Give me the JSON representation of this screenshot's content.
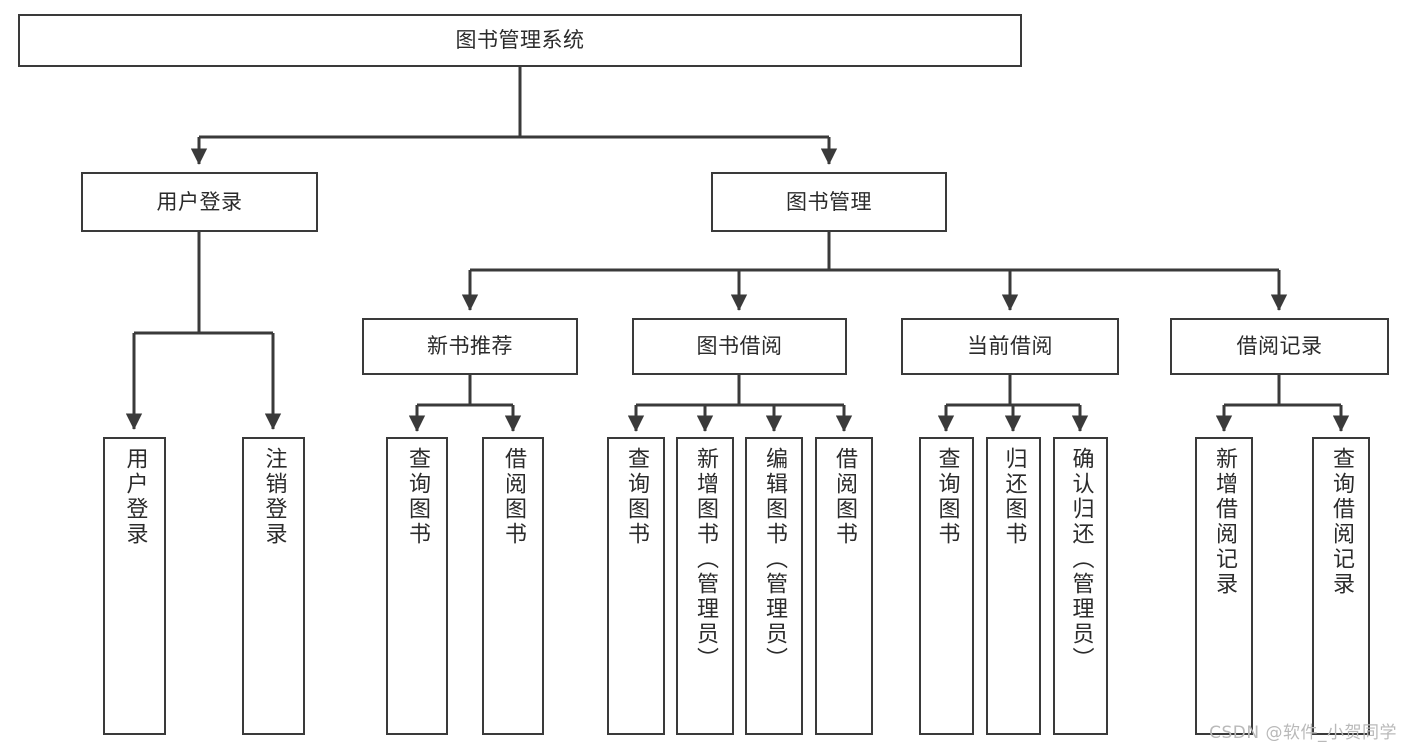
{
  "diagram": {
    "type": "tree-hierarchy-chart",
    "title": "图书管理系统",
    "watermark": "CSDN @软件_小贺同学",
    "colors": {
      "box_border": "#3a3a3a",
      "box_fill": "#ffffff",
      "connector": "#3a3a3a",
      "text": "#2b2b2b",
      "watermark": "#b9b9b9",
      "background": "#ffffff"
    },
    "nodes": {
      "root": {
        "label": "图书管理系统"
      },
      "level2": [
        {
          "label": "用户登录"
        },
        {
          "label": "图书管理"
        }
      ],
      "level3": [
        {
          "label": "新书推荐"
        },
        {
          "label": "图书借阅"
        },
        {
          "label": "当前借阅"
        },
        {
          "label": "借阅记录"
        }
      ],
      "leaves": {
        "user_login": [
          {
            "label": "用户登录"
          },
          {
            "label": "注销登录"
          }
        ],
        "new_book_recommend": [
          {
            "label": "查询图书"
          },
          {
            "label": "借阅图书"
          }
        ],
        "book_borrow": [
          {
            "label": "查询图书"
          },
          {
            "label": "新增图书（管理员）"
          },
          {
            "label": "编辑图书（管理员）"
          },
          {
            "label": "借阅图书"
          }
        ],
        "current_borrow": [
          {
            "label": "查询图书"
          },
          {
            "label": "归还图书"
          },
          {
            "label": "确认归还（管理员）"
          }
        ],
        "borrow_record": [
          {
            "label": "新增借阅记录"
          },
          {
            "label": "查询借阅记录"
          }
        ]
      }
    }
  }
}
